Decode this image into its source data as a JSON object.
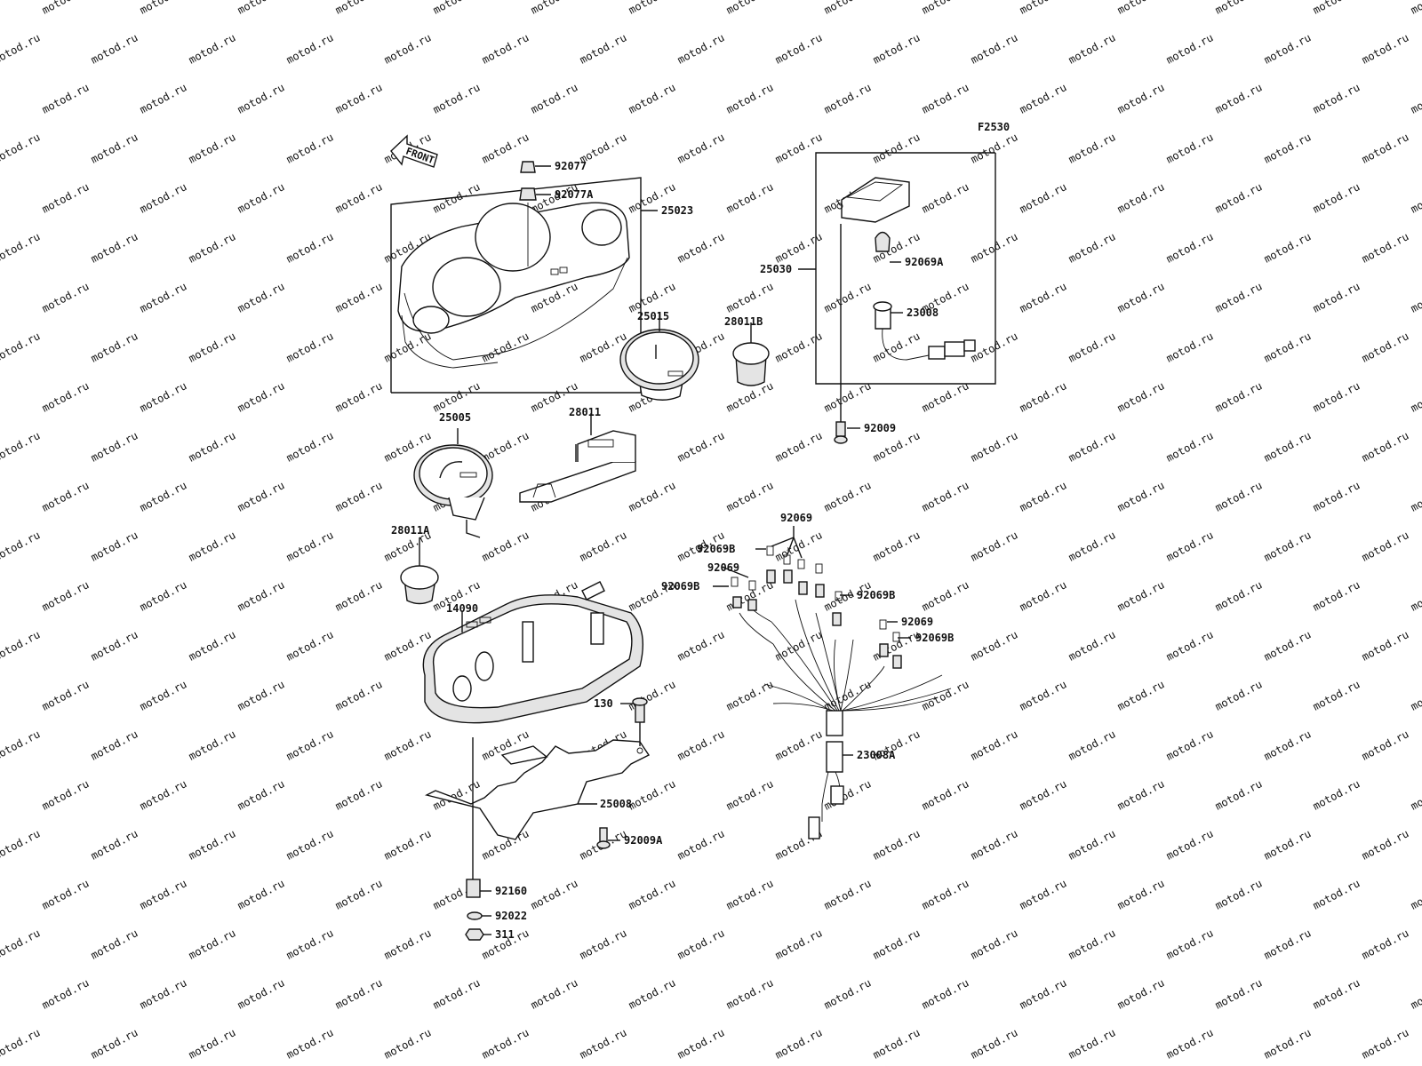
{
  "diagram": {
    "code": "F2530",
    "front_label": "FRONT",
    "watermark_text": "motod.ru",
    "parts": [
      {
        "id": "p92077",
        "label": "92077"
      },
      {
        "id": "p92077a",
        "label": "92077A"
      },
      {
        "id": "p25023",
        "label": "25023"
      },
      {
        "id": "p25030",
        "label": "25030"
      },
      {
        "id": "p92069a",
        "label": "92069A"
      },
      {
        "id": "p23008",
        "label": "23008"
      },
      {
        "id": "p25015",
        "label": "25015"
      },
      {
        "id": "p28011b",
        "label": "28011B"
      },
      {
        "id": "p92009",
        "label": "92009"
      },
      {
        "id": "p25005",
        "label": "25005"
      },
      {
        "id": "p28011",
        "label": "28011"
      },
      {
        "id": "p28011a",
        "label": "28011A"
      },
      {
        "id": "p92069top",
        "label": "92069"
      },
      {
        "id": "p92069b1",
        "label": "92069B"
      },
      {
        "id": "p92069_l1",
        "label": "92069"
      },
      {
        "id": "p92069b2",
        "label": "92069B"
      },
      {
        "id": "p92069b3",
        "label": "92069B"
      },
      {
        "id": "p92069_r",
        "label": "92069"
      },
      {
        "id": "p92069b4",
        "label": "92069B"
      },
      {
        "id": "p14090",
        "label": "14090"
      },
      {
        "id": "p130",
        "label": "130"
      },
      {
        "id": "p23008a",
        "label": "23008A"
      },
      {
        "id": "p25008",
        "label": "25008"
      },
      {
        "id": "p92009a",
        "label": "92009A"
      },
      {
        "id": "p92160",
        "label": "92160"
      },
      {
        "id": "p92022",
        "label": "92022"
      },
      {
        "id": "p311",
        "label": "311"
      }
    ]
  }
}
